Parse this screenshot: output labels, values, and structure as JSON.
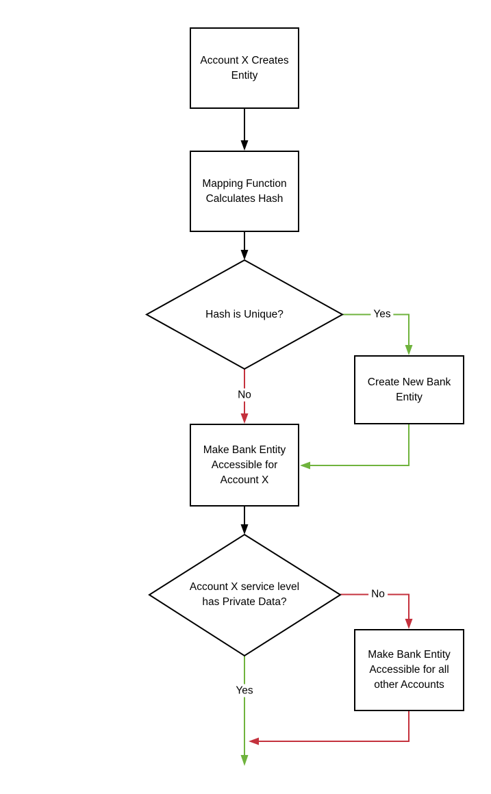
{
  "diagram": {
    "type": "flowchart",
    "nodes": {
      "account_x_creates_entity": "Account X Creates Entity",
      "mapping_function_calculates_hash": "Mapping Function Calculates Hash",
      "hash_is_unique": "Hash is Unique?",
      "create_new_bank_entity": "Create New Bank Entity",
      "make_bank_entity_accessible_for_account_x": "Make Bank Entity Accessible for Account X",
      "account_x_service_level_has_private_data": "Account X service level has Private Data?",
      "make_bank_entity_accessible_for_all_other_accounts": "Make Bank Entity Accessible for all other Accounts"
    },
    "edge_labels": {
      "hash_unique_yes": "Yes",
      "hash_unique_no": "No",
      "private_data_no": "No",
      "private_data_yes": "Yes"
    },
    "colors": {
      "black": "#000000",
      "green": "#6fb33d",
      "red": "#c4313d",
      "node_fill": "#ffffff",
      "text": "#000000"
    }
  }
}
